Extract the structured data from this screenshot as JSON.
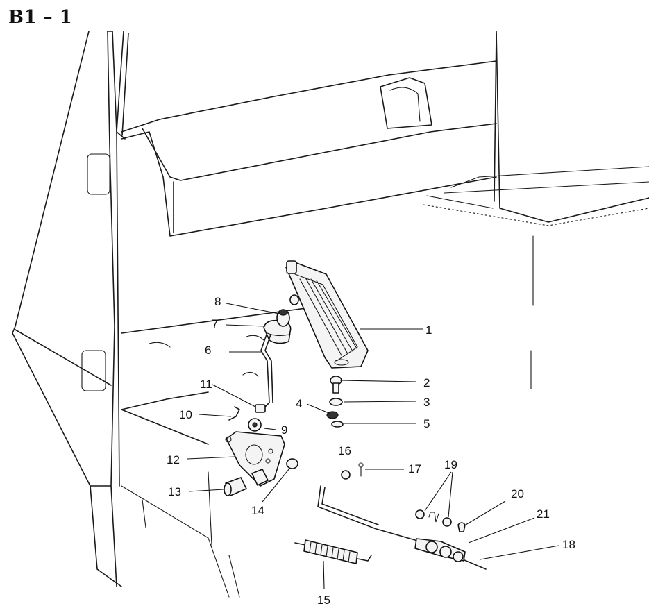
{
  "title": "B1 – 1",
  "callouts": [
    {
      "number": "1"
    },
    {
      "number": "2"
    },
    {
      "number": "3"
    },
    {
      "number": "4"
    },
    {
      "number": "5"
    },
    {
      "number": "6"
    },
    {
      "number": "7"
    },
    {
      "number": "8"
    },
    {
      "number": "9"
    },
    {
      "number": "10"
    },
    {
      "number": "11"
    },
    {
      "number": "12"
    },
    {
      "number": "13"
    },
    {
      "number": "14"
    },
    {
      "number": "15"
    },
    {
      "number": "16"
    },
    {
      "number": "17"
    },
    {
      "number": "18"
    },
    {
      "number": "19"
    },
    {
      "number": "20"
    },
    {
      "number": "21"
    }
  ]
}
